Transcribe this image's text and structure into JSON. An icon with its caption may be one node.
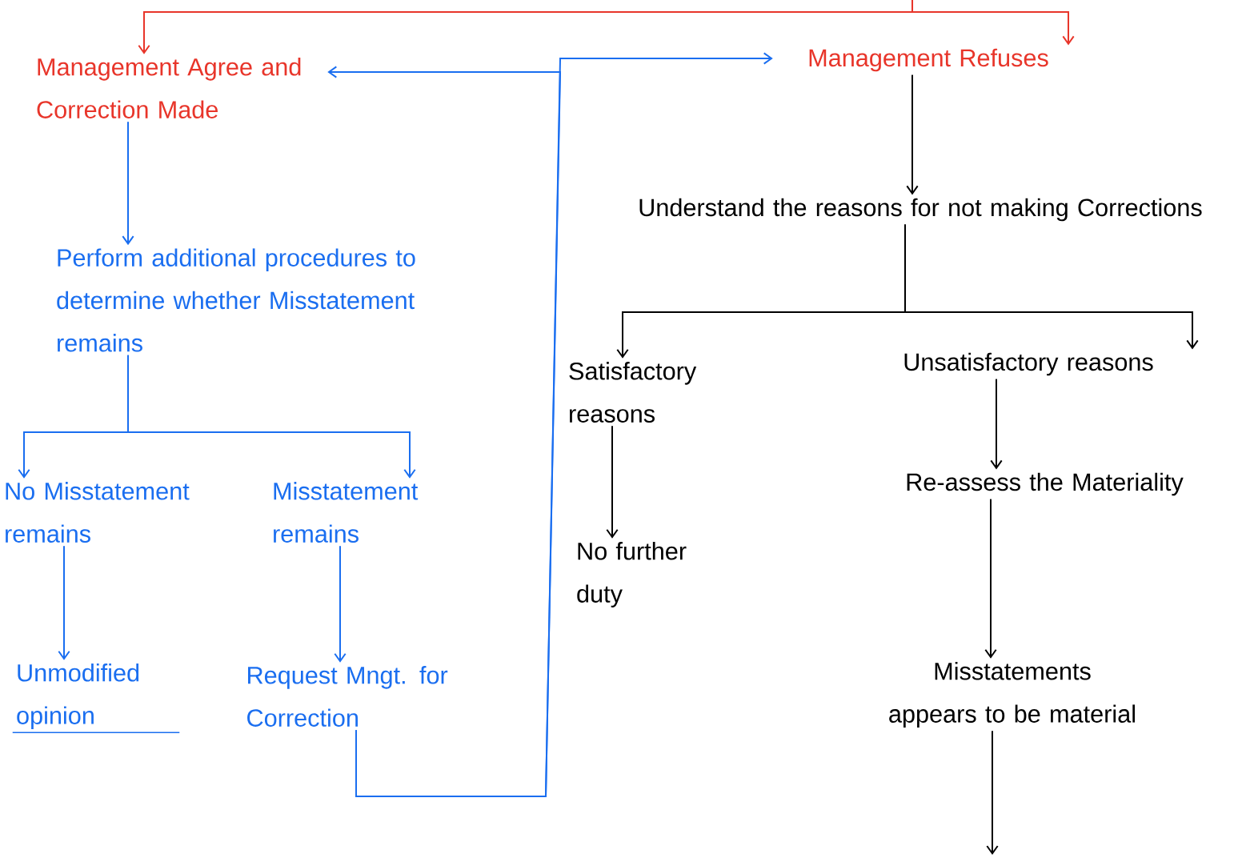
{
  "diagram": {
    "nodes": [
      {
        "text": [
          "Management Agree and Correction Made"
        ]
      },
      {
        "text": [
          "Management Refuses"
        ]
      },
      {
        "text": [
          "Perform additional procedures to determine whether Misstatement remains"
        ]
      },
      {
        "text": [
          "No Misstatement remains"
        ]
      },
      {
        "text": [
          "Misstatement remains"
        ]
      },
      {
        "text": [
          "Unmodified opinion"
        ]
      },
      {
        "text": [
          "Request Mngt. for Correction"
        ]
      },
      {
        "text": [
          "Understand the reasons for not making Corrections"
        ]
      },
      {
        "text": [
          "Satisfactory reasons"
        ]
      },
      {
        "text": [
          "Unsatisfactory reasons"
        ]
      },
      {
        "text": [
          "No further duty"
        ]
      },
      {
        "text": [
          "Re-assess the Materiality"
        ]
      },
      {
        "text": [
          "Misstatements appears to be material"
        ]
      }
    ],
    "edges": [
      {
        "from": null,
        "to": 0,
        "arrow": "to",
        "color": "#e8352a"
      },
      {
        "from": null,
        "to": 1,
        "arrow": "to",
        "color": "#e8352a"
      },
      {
        "from": 0,
        "to": 2,
        "arrow": "to",
        "color": "#1a6ef0"
      },
      {
        "from": 2,
        "to": 3,
        "arrow": "to",
        "color": "#1a6ef0"
      },
      {
        "from": 2,
        "to": 4,
        "arrow": "to",
        "color": "#1a6ef0"
      },
      {
        "from": 3,
        "to": 5,
        "arrow": "to",
        "color": "#1a6ef0"
      },
      {
        "from": 4,
        "to": 6,
        "arrow": "to",
        "color": "#1a6ef0"
      },
      {
        "from": 6,
        "to": 0,
        "arrow": "to",
        "color": "#1a6ef0"
      },
      {
        "from": 6,
        "to": 1,
        "arrow": "to",
        "color": "#1a6ef0"
      },
      {
        "from": 1,
        "to": 7,
        "arrow": "to",
        "color": "#000000"
      },
      {
        "from": 7,
        "to": 8,
        "arrow": "to",
        "color": "#000000"
      },
      {
        "from": 7,
        "to": 9,
        "arrow": "to",
        "color": "#000000"
      },
      {
        "from": 8,
        "to": 10,
        "arrow": "to",
        "color": "#000000"
      },
      {
        "from": 9,
        "to": 11,
        "arrow": "to",
        "color": "#000000"
      },
      {
        "from": 11,
        "to": 12,
        "arrow": "to",
        "color": "#000000"
      },
      {
        "from": 12,
        "to": null,
        "arrow": "to",
        "color": "#000000"
      }
    ]
  }
}
